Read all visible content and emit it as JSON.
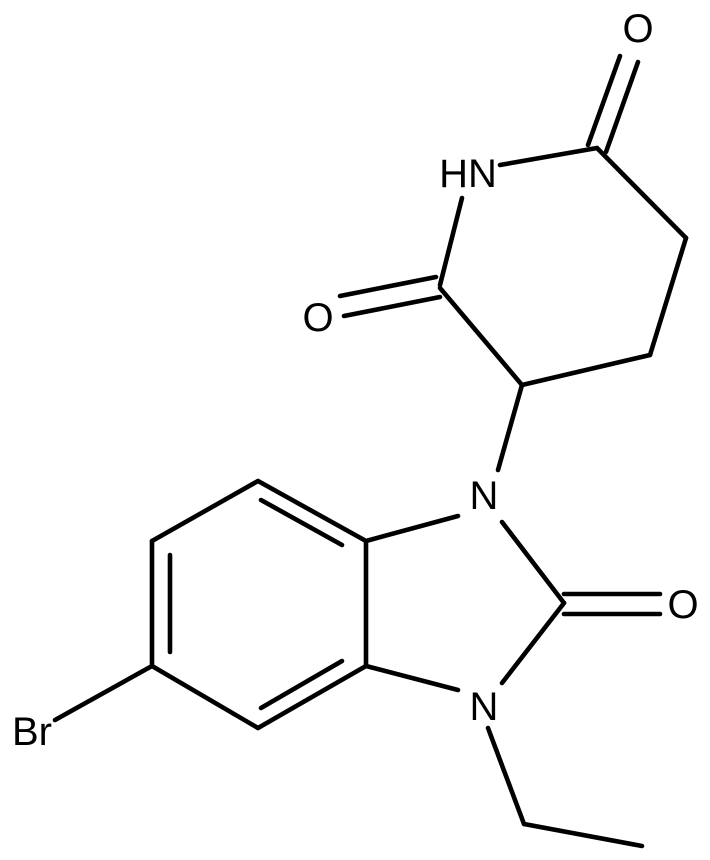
{
  "atom_labels": {
    "O_top": "O",
    "NH": "HN",
    "O_left": "O",
    "N1": "N",
    "O_right": "O",
    "N3": "N",
    "Br": "Br"
  },
  "colors": {
    "bond": "#000000",
    "text": "#000000",
    "background": "#ffffff"
  }
}
